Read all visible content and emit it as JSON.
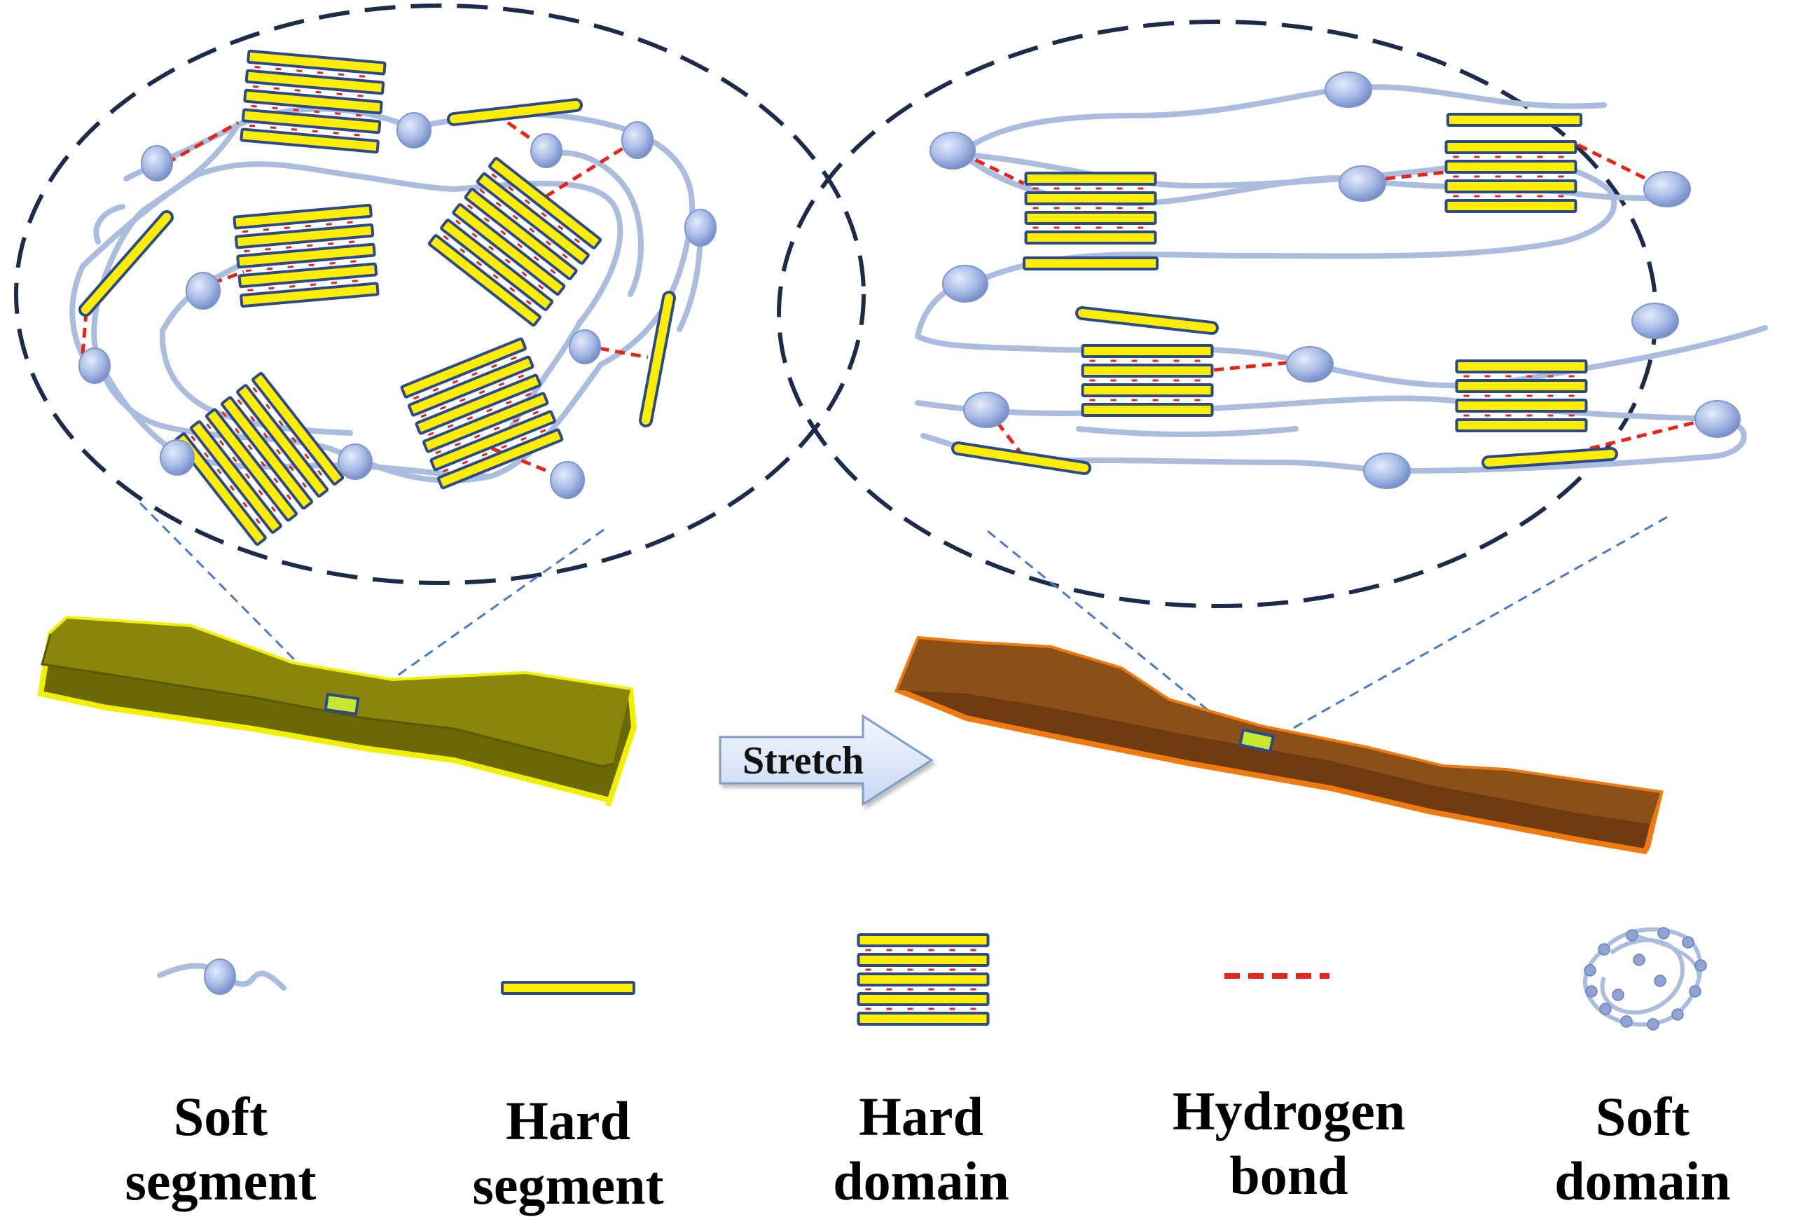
{
  "stretch_label": "Stretch",
  "legend": [
    {
      "line1": "Soft",
      "line2": "segment"
    },
    {
      "line1": "Hard",
      "line2": "segment"
    },
    {
      "line1": "Hard",
      "line2": "domain"
    },
    {
      "line1": "Hydrogen",
      "line2": "bond"
    },
    {
      "line1": "Soft",
      "line2": "domain"
    }
  ],
  "colors": {
    "chain": "#aabdde",
    "bead": "#9aaee0",
    "hard_fill": "#ffee00",
    "hard_edge": "#2c4a8a",
    "hbond": "#e8231a",
    "ellipse": "#1d2b4a",
    "specimen_before": "#7e7a08",
    "specimen_before_edge": "#f2f000",
    "specimen_after": "#7a4414",
    "specimen_after_edge": "#ee7a10"
  }
}
